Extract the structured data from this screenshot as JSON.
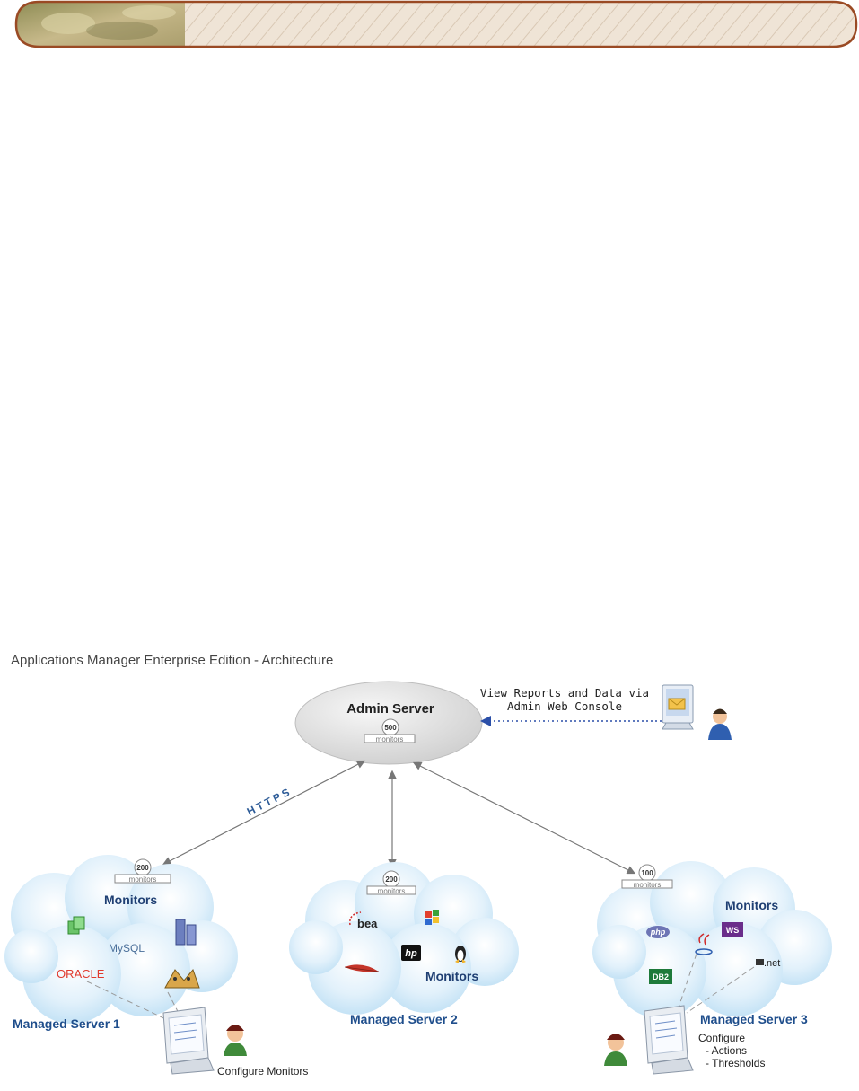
{
  "diagram": {
    "title": "Applications Manager Enterprise Edition - Architecture",
    "admin": {
      "label": "Admin Server",
      "count": "500",
      "count_caption": "monitors"
    },
    "console_note": {
      "line1": "View Reports and Data via",
      "line2": "Admin Web Console"
    },
    "protocol_label": "HTTPS",
    "servers": [
      {
        "name": "Managed Server 1",
        "count": "200",
        "count_caption": "monitors",
        "cluster_label": "Monitors",
        "logos": {
          "mysql": "MySQL",
          "oracle": "ORACLE"
        },
        "note": "Configure Monitors"
      },
      {
        "name": "Managed Server 2",
        "count": "200",
        "count_caption": "monitors",
        "cluster_label": "Monitors",
        "logos": {
          "bea": "bea",
          "hp": "hp"
        }
      },
      {
        "name": "Managed Server 3",
        "count": "100",
        "count_caption": "monitors",
        "cluster_label": "Monitors",
        "logos": {
          "php": "php",
          "ws": "WS",
          "db2": "DB2",
          "net": ".net"
        },
        "note_title": "Configure",
        "note_items": [
          "- Actions",
          "- Thresholds"
        ]
      }
    ]
  },
  "colors": {
    "cloud": "#cfe8f7",
    "server_label": "#1f4e8c",
    "arrow": "#777777",
    "dotted_arrow": "#2b4fa8"
  }
}
